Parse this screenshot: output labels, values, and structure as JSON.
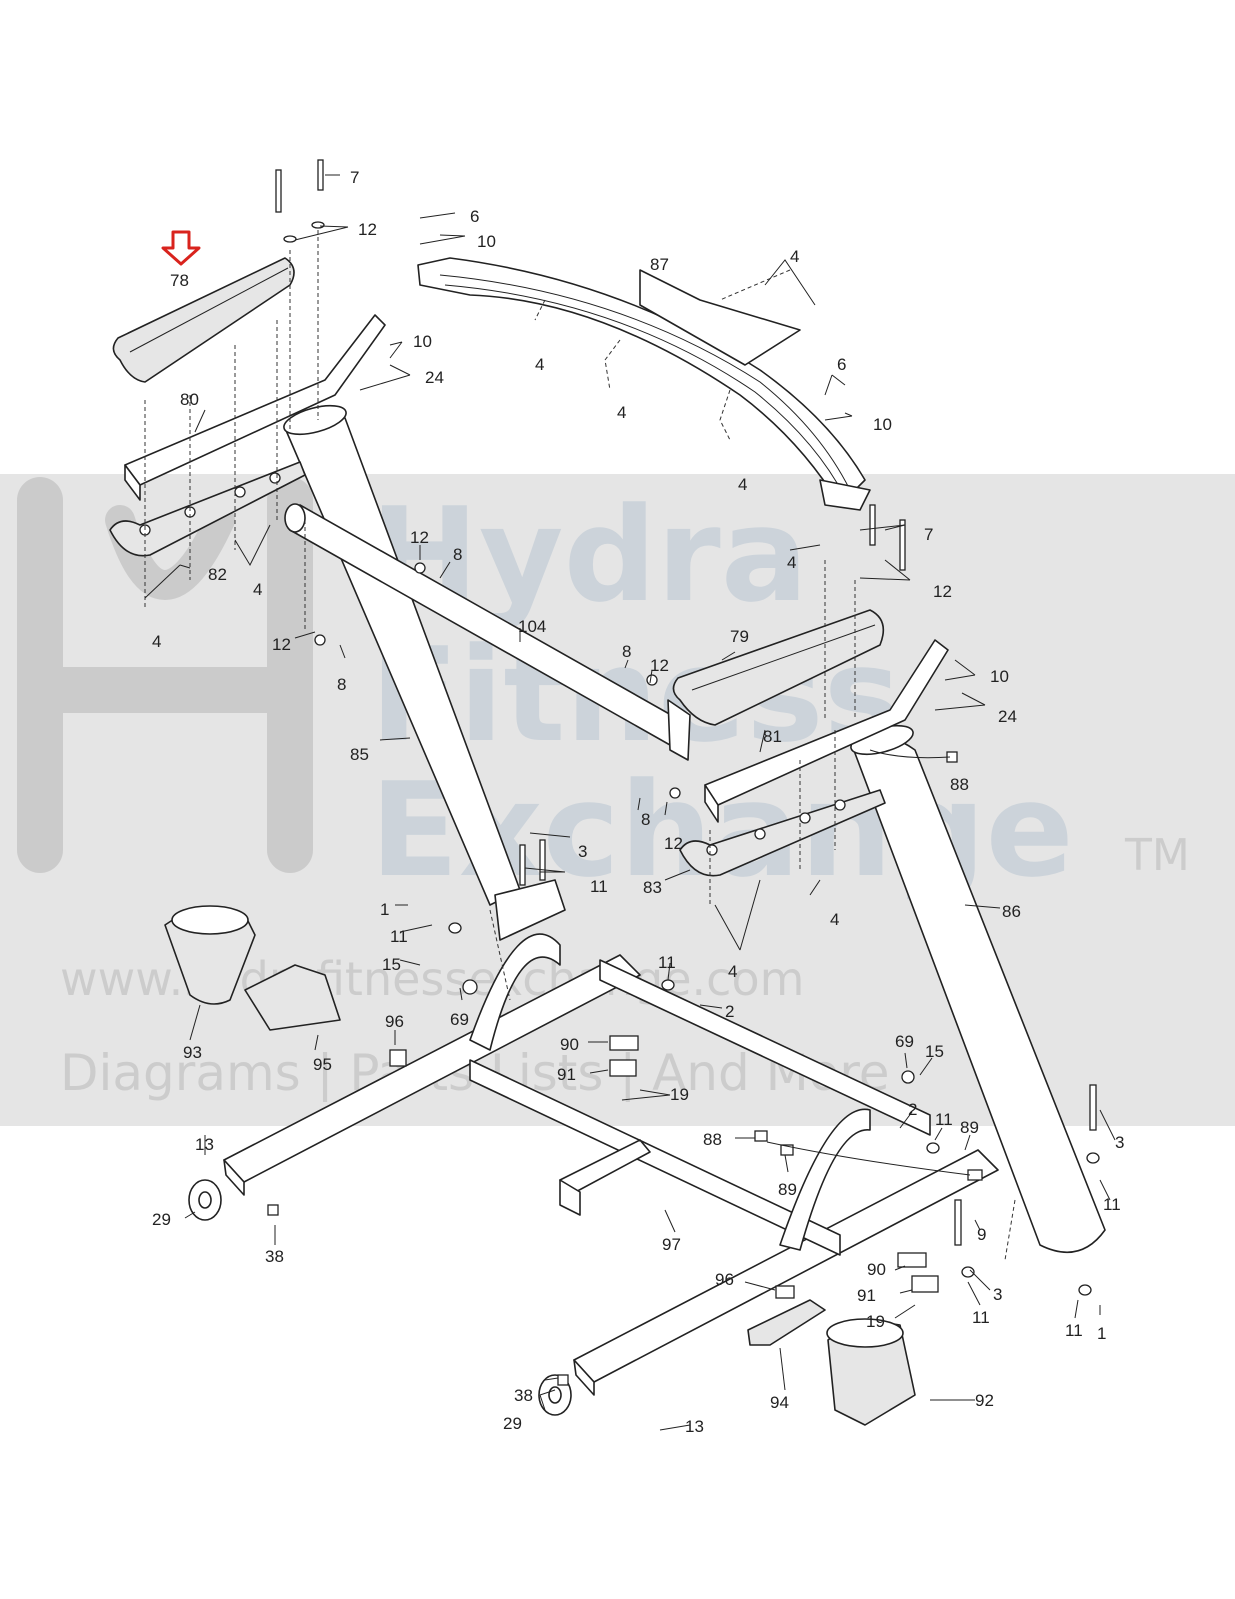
{
  "watermark": {
    "line1": "Hydra",
    "line2": "Fitness",
    "line3": "Exchange",
    "tm": "TM",
    "url": "www.hydrafitnessexchange.com",
    "tagline": "Diagrams | Parts Lists | And More"
  },
  "highlight": {
    "part": "78",
    "arrow_color": "#d9231d"
  },
  "callouts": [
    {
      "id": "c7a",
      "text": "7"
    },
    {
      "id": "c12a",
      "text": "12"
    },
    {
      "id": "c78",
      "text": "78"
    },
    {
      "id": "c6a",
      "text": "6"
    },
    {
      "id": "c10a",
      "text": "10"
    },
    {
      "id": "c87",
      "text": "87"
    },
    {
      "id": "c4a",
      "text": "4"
    },
    {
      "id": "c10b",
      "text": "10"
    },
    {
      "id": "c24a",
      "text": "24"
    },
    {
      "id": "c4b",
      "text": "4"
    },
    {
      "id": "c80",
      "text": "80"
    },
    {
      "id": "c4c",
      "text": "4"
    },
    {
      "id": "c6b",
      "text": "6"
    },
    {
      "id": "c10c",
      "text": "10"
    },
    {
      "id": "c4d",
      "text": "4"
    },
    {
      "id": "c12b",
      "text": "12"
    },
    {
      "id": "c8a",
      "text": "8"
    },
    {
      "id": "c7b",
      "text": "7"
    },
    {
      "id": "c4e",
      "text": "4"
    },
    {
      "id": "c12c",
      "text": "12"
    },
    {
      "id": "c82",
      "text": "82"
    },
    {
      "id": "c4f",
      "text": "4"
    },
    {
      "id": "c4g",
      "text": "4"
    },
    {
      "id": "c104",
      "text": "104"
    },
    {
      "id": "c12d",
      "text": "12"
    },
    {
      "id": "c8b",
      "text": "8"
    },
    {
      "id": "c8c",
      "text": "8"
    },
    {
      "id": "c12e",
      "text": "12"
    },
    {
      "id": "c79",
      "text": "79"
    },
    {
      "id": "c10d",
      "text": "10"
    },
    {
      "id": "c24b",
      "text": "24"
    },
    {
      "id": "c85",
      "text": "85"
    },
    {
      "id": "c81",
      "text": "81"
    },
    {
      "id": "c88a",
      "text": "88"
    },
    {
      "id": "c8d",
      "text": "8"
    },
    {
      "id": "c12f",
      "text": "12"
    },
    {
      "id": "c3a",
      "text": "3"
    },
    {
      "id": "c11a",
      "text": "11"
    },
    {
      "id": "c83",
      "text": "83"
    },
    {
      "id": "c1a",
      "text": "1"
    },
    {
      "id": "c11b",
      "text": "11"
    },
    {
      "id": "c4h",
      "text": "4"
    },
    {
      "id": "c86",
      "text": "86"
    },
    {
      "id": "c4i",
      "text": "4"
    },
    {
      "id": "c15a",
      "text": "15"
    },
    {
      "id": "c11c",
      "text": "11"
    },
    {
      "id": "c69a",
      "text": "69"
    },
    {
      "id": "c2a",
      "text": "2"
    },
    {
      "id": "c93",
      "text": "93"
    },
    {
      "id": "c96a",
      "text": "96"
    },
    {
      "id": "c95",
      "text": "95"
    },
    {
      "id": "c90a",
      "text": "90"
    },
    {
      "id": "c91a",
      "text": "91"
    },
    {
      "id": "c19a",
      "text": "19"
    },
    {
      "id": "c69b",
      "text": "69"
    },
    {
      "id": "c15b",
      "text": "15"
    },
    {
      "id": "c2b",
      "text": "2"
    },
    {
      "id": "c11d",
      "text": "11"
    },
    {
      "id": "c89a",
      "text": "89"
    },
    {
      "id": "c13a",
      "text": "13"
    },
    {
      "id": "c88b",
      "text": "88"
    },
    {
      "id": "c89b",
      "text": "89"
    },
    {
      "id": "c3b",
      "text": "3"
    },
    {
      "id": "c29a",
      "text": "29"
    },
    {
      "id": "c38a",
      "text": "38"
    },
    {
      "id": "c97",
      "text": "97"
    },
    {
      "id": "c11e",
      "text": "11"
    },
    {
      "id": "c9",
      "text": "9"
    },
    {
      "id": "c96b",
      "text": "96"
    },
    {
      "id": "c90b",
      "text": "90"
    },
    {
      "id": "c91b",
      "text": "91"
    },
    {
      "id": "c3c",
      "text": "3"
    },
    {
      "id": "c19b",
      "text": "19"
    },
    {
      "id": "c11f",
      "text": "11"
    },
    {
      "id": "c11g",
      "text": "11"
    },
    {
      "id": "c1b",
      "text": "1"
    },
    {
      "id": "c94",
      "text": "94"
    },
    {
      "id": "c92",
      "text": "92"
    },
    {
      "id": "c38b",
      "text": "38"
    },
    {
      "id": "c29b",
      "text": "29"
    },
    {
      "id": "c13b",
      "text": "13"
    }
  ]
}
